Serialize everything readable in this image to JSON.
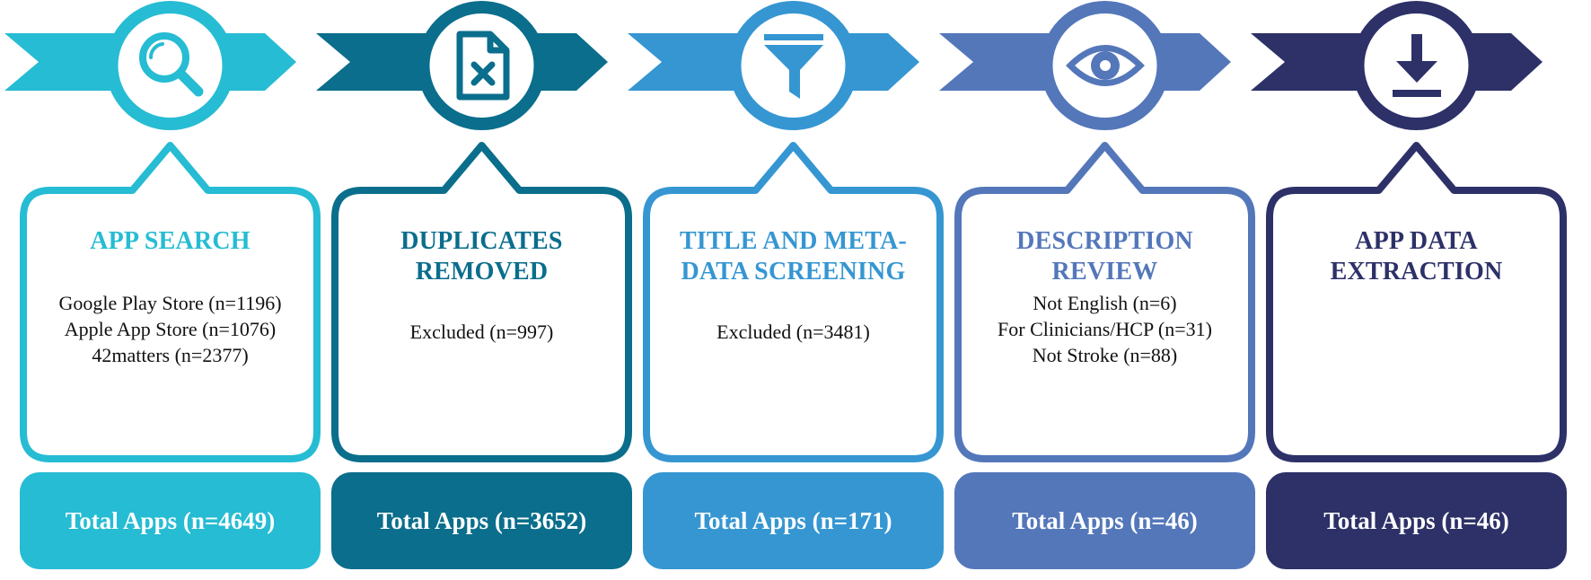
{
  "stages": [
    {
      "title_lines": [
        "APP SEARCH"
      ],
      "details": [
        "Google Play Store (n=1196)",
        "Apple App Store (n=1076)",
        "42matters (n=2377)"
      ],
      "total": "Total Apps (n=4649)",
      "color": "#26BCD3",
      "icon": "magnifier-icon"
    },
    {
      "title_lines": [
        "DUPLICATES",
        "REMOVED"
      ],
      "details": [
        "Excluded (n=997)"
      ],
      "total": "Total Apps (n=3652)",
      "color": "#0A6E8C",
      "icon": "document-remove-icon"
    },
    {
      "title_lines": [
        "TITLE AND META-",
        "DATA SCREENING"
      ],
      "details": [
        "Excluded (n=3481)"
      ],
      "total": "Total Apps (n=171)",
      "color": "#3596D2",
      "icon": "funnel-icon"
    },
    {
      "title_lines": [
        "DESCRIPTION",
        "REVIEW"
      ],
      "details": [
        "Not English (n=6)",
        "For Clinicians/HCP (n=31)",
        "Not Stroke (n=88)"
      ],
      "total": "Total Apps (n=46)",
      "color": "#5477BA",
      "icon": "eye-icon"
    },
    {
      "title_lines": [
        "APP DATA",
        "EXTRACTION"
      ],
      "details": [],
      "total": "Total Apps (n=46)",
      "color": "#2D3168",
      "icon": "download-icon"
    }
  ]
}
